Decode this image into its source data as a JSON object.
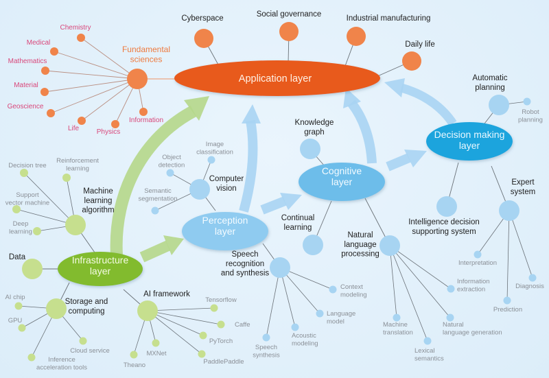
{
  "colors": {
    "background": "#e3f1fb",
    "application": "#e85a1c",
    "fundamental": "#f0844a",
    "fundamental_text": "#d9477a",
    "fundamental_heading": "#ee7a3e",
    "perception": "#8fcbf0",
    "cognitive": "#6dbdea",
    "decision": "#1ca4dd",
    "blue_node": "#a7d4f2",
    "infrastructure": "#82bb2e",
    "green_node": "#c6df8e",
    "green_arrow": "#b5d78a",
    "blue_arrow": "#a9d4f3",
    "dark_text": "#1e1e1e",
    "gray_text": "#8a8f96",
    "line": "#555a60"
  },
  "layers": [
    {
      "id": "application",
      "label": "Application layer"
    },
    {
      "id": "infrastructure",
      "label": "Infrastructure layer"
    },
    {
      "id": "perception",
      "label": "Perception layer"
    },
    {
      "id": "cognitive",
      "label": "Cognitive layer"
    },
    {
      "id": "decision",
      "label": "Decision making layer"
    }
  ],
  "application": {
    "children": [
      "Cyberspace",
      "Social governance",
      "Industrial manufacturing",
      "Daily life",
      "Fundamental sciences"
    ]
  },
  "fundamental_sciences": {
    "label": "Fundamental sciences",
    "children": [
      "Chemistry",
      "Medical",
      "Mathematics",
      "Material",
      "Geoscience",
      "Life",
      "Physics",
      "Information"
    ]
  },
  "infrastructure": {
    "groups": [
      {
        "label": "Machine learning algorithm",
        "children": [
          "Decision tree",
          "Reinforcement learning",
          "Support vector machine",
          "Deep learning"
        ]
      },
      {
        "label": "Data",
        "children": []
      },
      {
        "label": "Storage and computing",
        "children": [
          "AI chip",
          "GPU",
          "Cloud service",
          "Inference acceleration tools"
        ]
      },
      {
        "label": "AI framework",
        "children": [
          "Tensorflow",
          "Caffe",
          "PyTorch",
          "PaddlePaddle",
          "MXNet",
          "Theano"
        ]
      }
    ]
  },
  "perception": {
    "groups": [
      {
        "label": "Computer vision",
        "children": [
          "Image classification",
          "Object detection",
          "Semantic segmentation"
        ]
      },
      {
        "label": "Speech recognition and synthesis",
        "children": [
          "Context modeling",
          "Language model",
          "Acoustic modeling",
          "Speech synthesis"
        ]
      }
    ]
  },
  "cognitive": {
    "groups": [
      {
        "label": "Knowledge graph",
        "children": []
      },
      {
        "label": "Continual learning",
        "children": []
      },
      {
        "label": "Natural language processing",
        "children": [
          "Information extraction",
          "Natural language generation",
          "Lexical semantics",
          "Machine translation"
        ]
      }
    ]
  },
  "decision": {
    "groups": [
      {
        "label": "Automatic planning",
        "children": [
          "Robot planning"
        ]
      },
      {
        "label": "Intelligence decision supporting system",
        "children": []
      },
      {
        "label": "Expert system",
        "children": [
          "Interpretation",
          "Prediction",
          "Diagnosis"
        ]
      }
    ]
  }
}
